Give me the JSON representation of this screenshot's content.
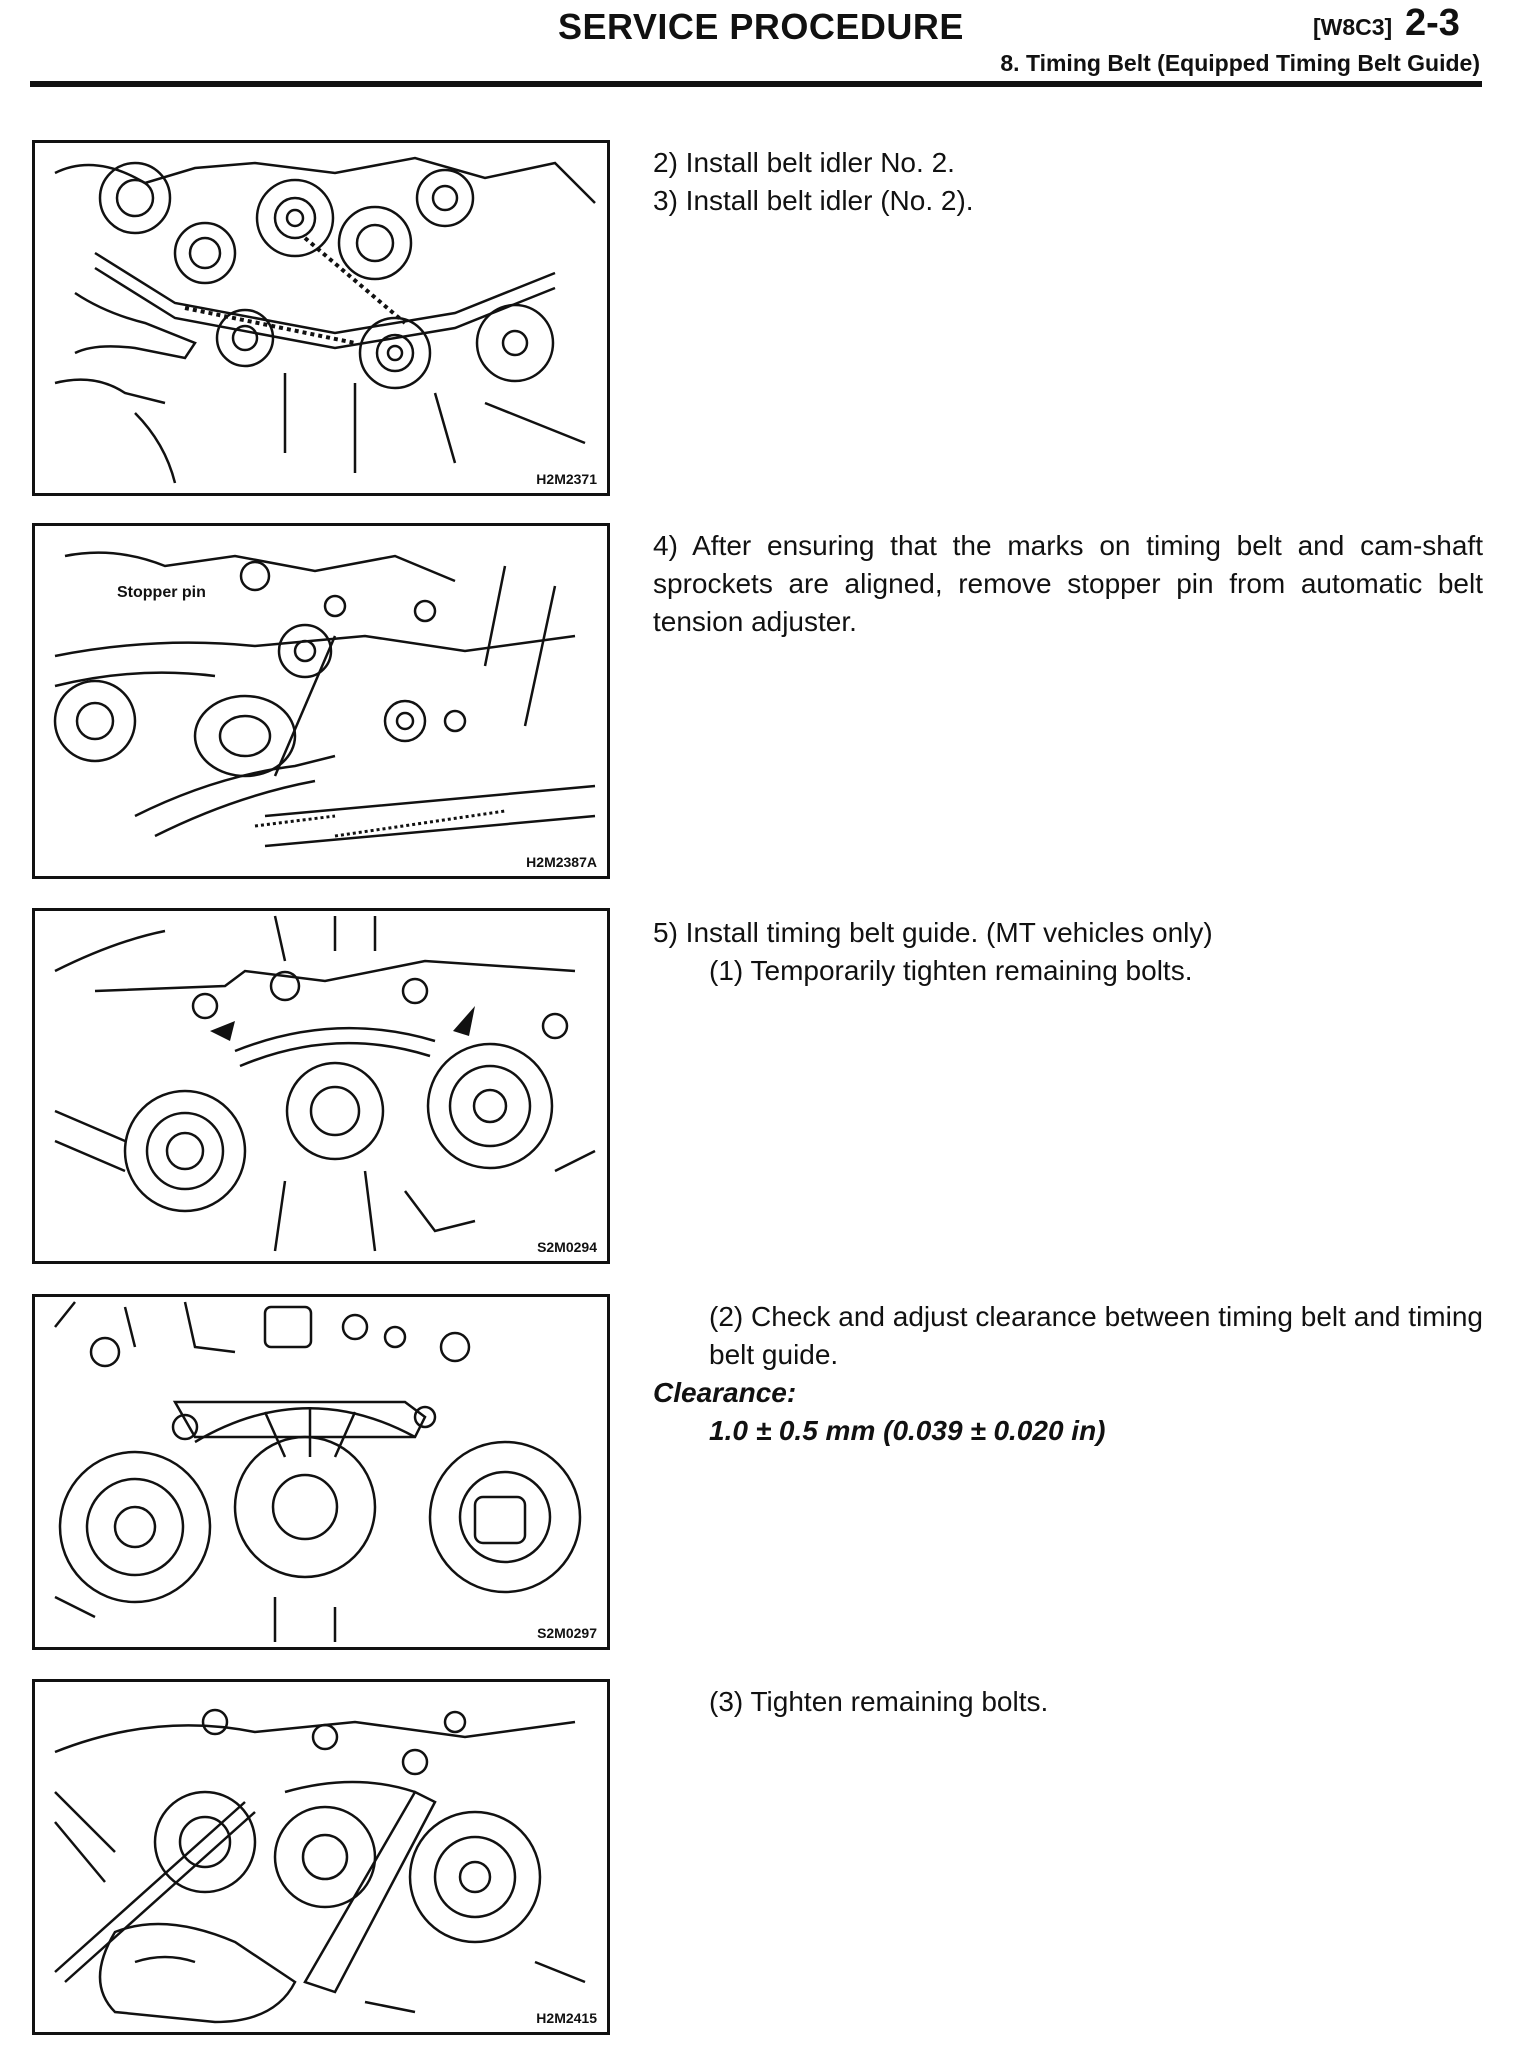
{
  "header": {
    "title": "SERVICE PROCEDURE",
    "code": "[W8C3]",
    "page": "2-3",
    "section": "8. Timing Belt (Equipped Timing Belt Guide)"
  },
  "figures": [
    {
      "code": "H2M2371"
    },
    {
      "code": "H2M2387A",
      "callout": "Stopper pin"
    },
    {
      "code": "S2M0294"
    },
    {
      "code": "S2M0297"
    },
    {
      "code": "H2M2415"
    }
  ],
  "steps": {
    "s2": "2) Install belt idler No. 2.",
    "s3": "3) Install belt idler (No. 2).",
    "s4": "4) After ensuring that the marks on timing belt and cam-shaft sprockets are aligned, remove stopper pin from automatic belt tension adjuster.",
    "s5": "5) Install timing belt guide. (MT vehicles only)",
    "s5_1": "(1) Temporarily tighten remaining bolts.",
    "s5_2": "(2) Check and adjust clearance between timing belt and timing belt guide.",
    "clearance_label": "Clearance:",
    "clearance_value": "1.0 ± 0.5 mm (0.039 ± 0.020 in)",
    "s5_3": "(3) Tighten remaining bolts."
  }
}
